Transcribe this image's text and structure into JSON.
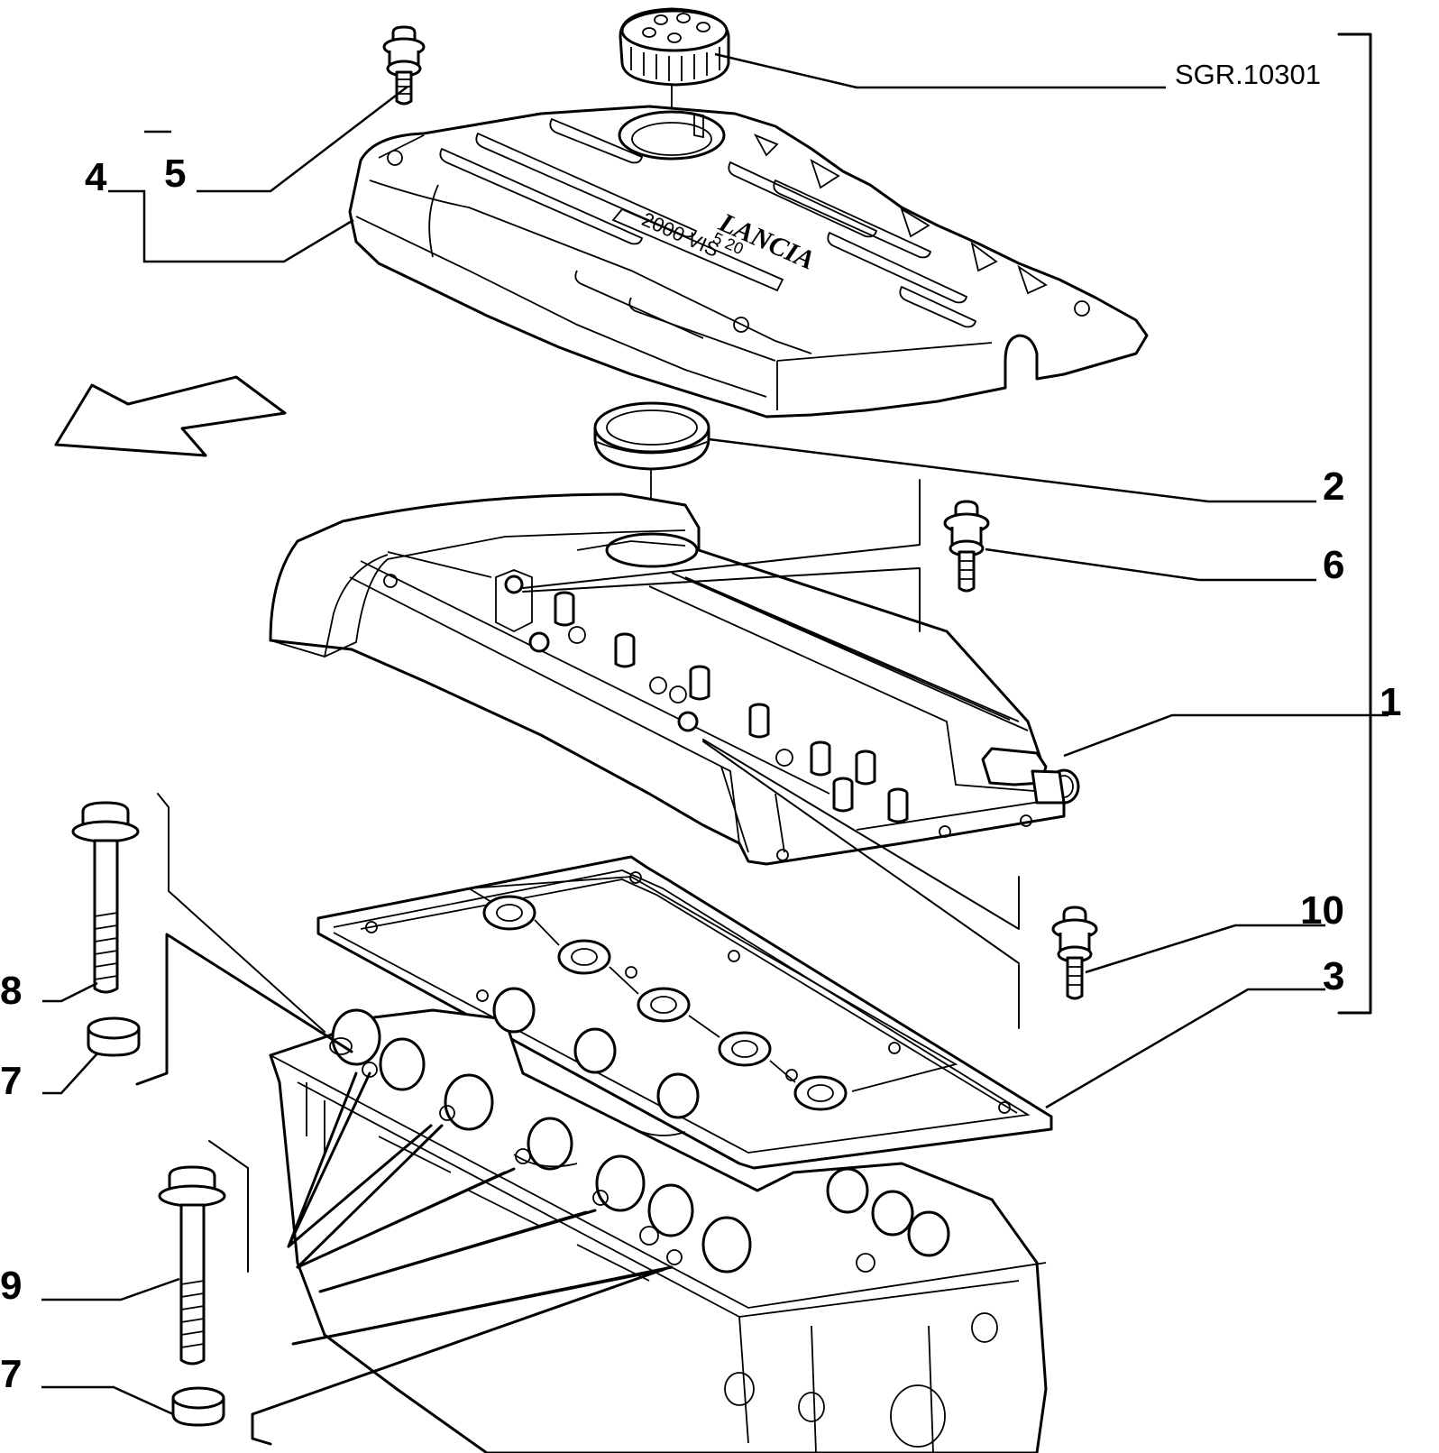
{
  "reference_code": "SGR.10301",
  "cover_text": {
    "brand": "LANCIA",
    "engine": "2000 VIS",
    "variant": "5 20"
  },
  "callouts": [
    {
      "id": "1",
      "text": "1"
    },
    {
      "id": "2",
      "text": "2"
    },
    {
      "id": "3",
      "text": "3"
    },
    {
      "id": "4",
      "text": "4"
    },
    {
      "id": "5",
      "text": "5"
    },
    {
      "id": "6",
      "text": "6"
    },
    {
      "id": "7a",
      "text": "7"
    },
    {
      "id": "7b",
      "text": "7"
    },
    {
      "id": "8",
      "text": "8"
    },
    {
      "id": "9",
      "text": "9"
    },
    {
      "id": "10",
      "text": "10"
    }
  ],
  "icons": [
    "direction-arrow-icon"
  ]
}
